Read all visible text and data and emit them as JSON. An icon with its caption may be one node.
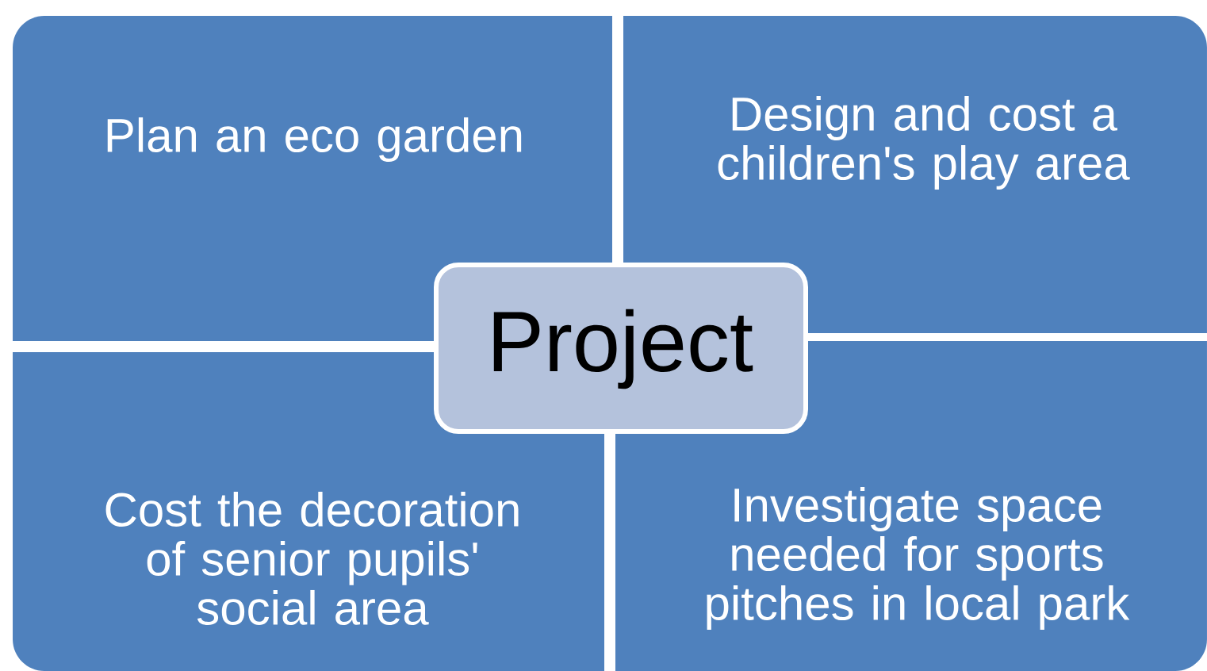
{
  "diagram": {
    "nodes": [
      {
        "text": [
          "Plan an eco garden"
        ]
      },
      {
        "text": [
          "Design and cost a children's play area"
        ]
      },
      {
        "text": [
          "Project"
        ]
      },
      {
        "text": [
          "Cost the decoration of senior pupils' social area"
        ]
      },
      {
        "text": [
          "Investigate space needed for sports pitches in local park"
        ]
      }
    ]
  }
}
